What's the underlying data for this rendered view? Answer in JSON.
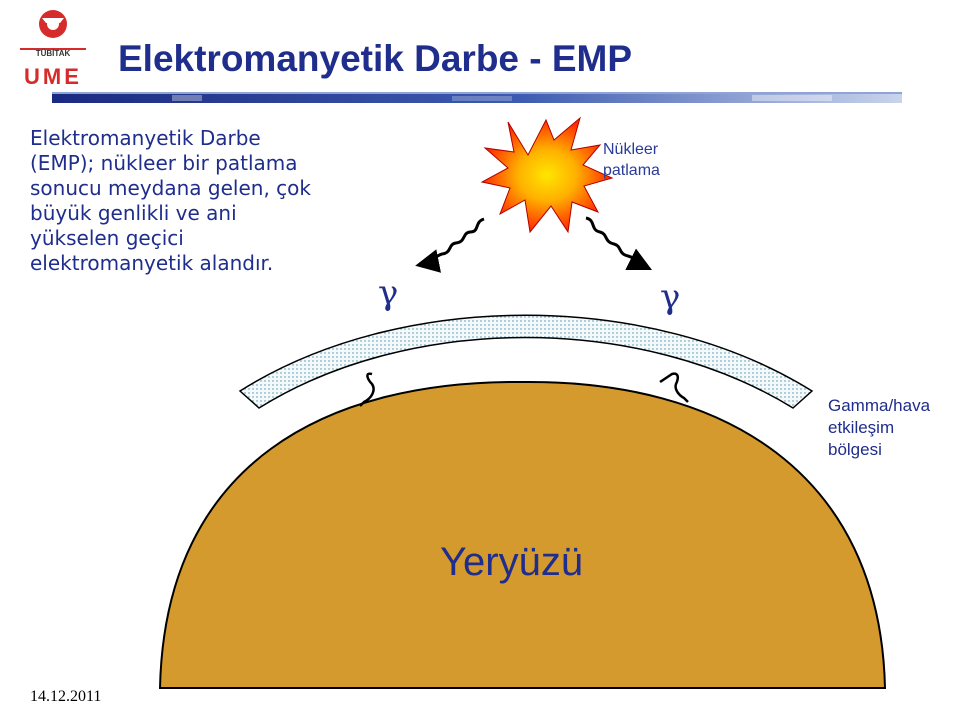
{
  "header": {
    "logo_text_top": "TÜBİTAK",
    "logo_text_bottom": "UME",
    "title": "Elektromanyetik Darbe - EMP"
  },
  "body": {
    "lines": [
      "Elektromanyetik Darbe",
      "(EMP); nükleer bir patlama",
      "sonucu meydana gelen, çok",
      "büyük genlikli ve ani",
      "yükselen geçici",
      "elektromanyetik alandır."
    ]
  },
  "diagram": {
    "explosion_label": [
      "Nükleer",
      "patlama"
    ],
    "gamma_symbol": "γ",
    "region_label": [
      "Gamma/hava",
      "etkileşim",
      "bölgesi"
    ],
    "earth_label": "Yeryüzü"
  },
  "footer": {
    "date": "14.12.2011"
  },
  "colors": {
    "title": "#1f2d8c",
    "earth_fill": "#d49a2e",
    "band_fill": "#eef6f8",
    "explosion_outer": "#ff3300",
    "explosion_inner": "#ffdd00",
    "logo_red": "#d62b2b"
  }
}
